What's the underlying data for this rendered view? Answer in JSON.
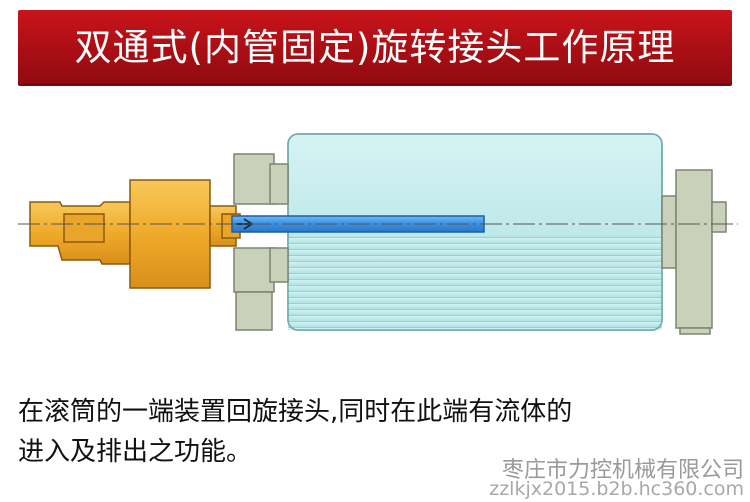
{
  "header": {
    "title": "双通式(内管固定)旋转接头工作原理"
  },
  "description": {
    "line1": "在滚筒的一端装置回旋接头,同时在此端有流体的",
    "line2": "进入及排出之功能。"
  },
  "watermark": {
    "company": "枣庄市力控机械有限公司",
    "url": "zzlkjx2015.b2b.hc360.com"
  },
  "colors": {
    "banner": "#b3121a",
    "joint": "#f2b130",
    "inner_pipe": "#3a8fe0",
    "drum": "#c3ecec",
    "bearing": "#c9d1ba"
  }
}
